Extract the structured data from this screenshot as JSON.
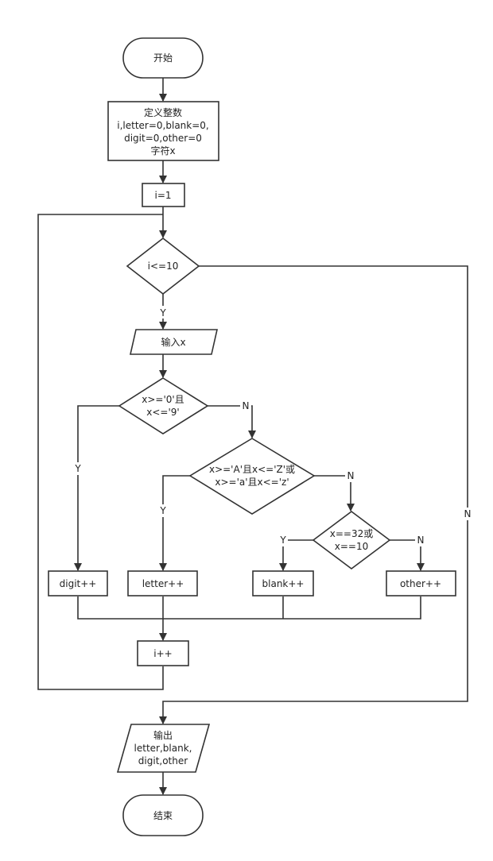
{
  "nodes": {
    "start": "开始",
    "init_title": "定义整数",
    "init_line2": "i,letter=0,blank=0,",
    "init_line3": "digit=0,other=0",
    "init_line4": "字符x",
    "assign_i": "i=1",
    "loop_cond": "i<=10",
    "input_x": "输入x",
    "digit_cond_1": "x>='0'且",
    "digit_cond_2": "x<='9'",
    "letter_cond_1": "x>='A'且x<='Z'或",
    "letter_cond_2": "x>='a'且x<='z'",
    "blank_cond_1": "x==32或",
    "blank_cond_2": "x==10",
    "digit_inc": "digit++",
    "letter_inc": "letter++",
    "blank_inc": "blank++",
    "other_inc": "other++",
    "i_inc": "i++",
    "output_1": "输出",
    "output_2": "letter,blank,",
    "output_3": "digit,other",
    "end": "结束"
  },
  "edge_labels": {
    "loop_yes": "Y",
    "loop_no": "N",
    "digit_yes": "Y",
    "digit_no": "N",
    "letter_yes": "Y",
    "letter_no": "N",
    "blank_yes": "Y",
    "blank_no": "N"
  },
  "colors": {
    "stroke": "#333333",
    "text": "#222222",
    "background": "#ffffff"
  }
}
